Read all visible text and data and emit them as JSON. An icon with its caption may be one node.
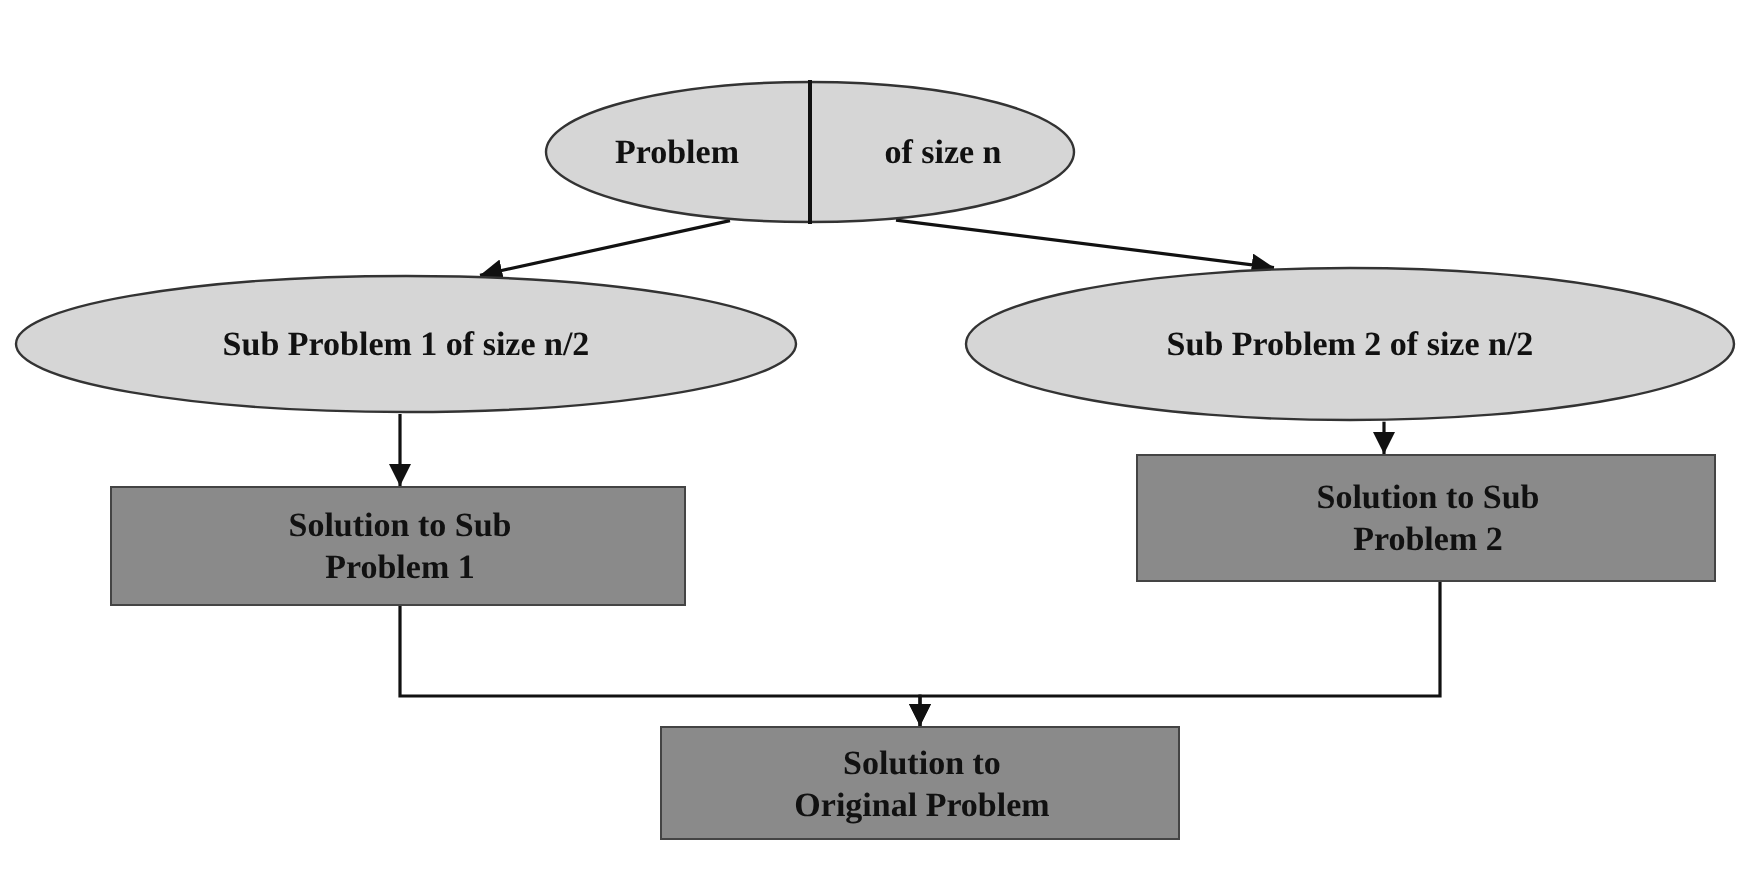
{
  "diagram": {
    "nodes": [
      {
        "text": [
          "Problem",
          "of size n"
        ]
      },
      {
        "text": [
          "Sub Problem 1 of size n/2"
        ]
      },
      {
        "text": [
          "Sub Problem 2 of size n/2"
        ]
      },
      {
        "text": [
          "Solution to Sub Problem 1"
        ]
      },
      {
        "text": [
          "Solution to Sub Problem 2"
        ]
      },
      {
        "text": [
          "Solution to Original Problem"
        ]
      }
    ],
    "edges": [
      {
        "from": 0,
        "to": 1,
        "arrow": "to"
      },
      {
        "from": 0,
        "to": 2,
        "arrow": "to"
      },
      {
        "from": 1,
        "to": 3,
        "arrow": "to"
      },
      {
        "from": 2,
        "to": 4,
        "arrow": "to"
      },
      {
        "from": 3,
        "to": 5,
        "arrow": "to"
      },
      {
        "from": 4,
        "to": 5,
        "arrow": "to"
      }
    ]
  }
}
